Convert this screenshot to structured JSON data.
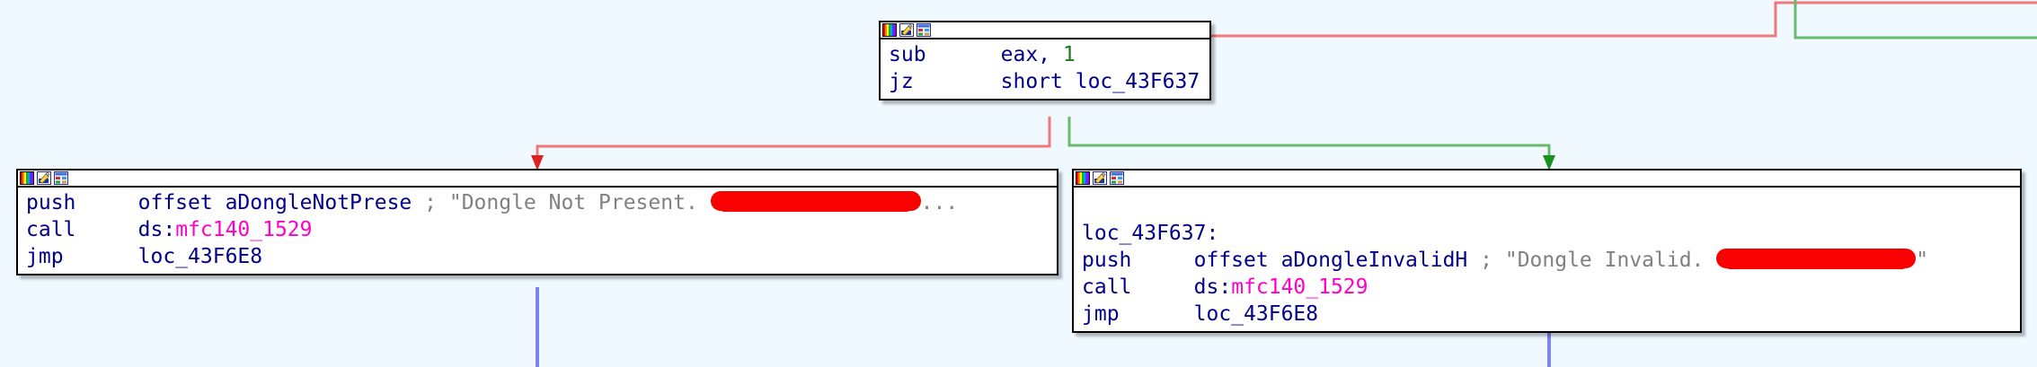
{
  "app": {
    "view_name": "IDA Graph View",
    "background_color": "#eff9ff",
    "node_border_color": "#000000",
    "edge_colors": {
      "false_branch": "#f07878",
      "true_branch": "#69b96e",
      "unconditional": "#7a85f0"
    },
    "text_colors": {
      "instruction": "#00008b",
      "immediate": "#1d7a1d",
      "imported_api": "#ff00c8",
      "comment": "#808080",
      "redaction": "#fa0000"
    }
  },
  "titlebar_icons": [
    {
      "name": "color-palette-icon",
      "title": "Set node color"
    },
    {
      "name": "edit-pencil-icon",
      "title": "Edit node"
    },
    {
      "name": "group-nodes-icon",
      "title": "Group nodes"
    }
  ],
  "nodes": [
    {
      "id": "node-top",
      "name": "compare-block",
      "lines": [
        {
          "mnemonic": "sub",
          "operands_prefix": "eax, ",
          "immediate": "1",
          "comment": ""
        },
        {
          "mnemonic": "jz",
          "operands_prefix": "short ",
          "target": "loc_43F637",
          "comment": ""
        }
      ]
    },
    {
      "id": "node-left",
      "name": "dongle-not-present-block",
      "label": "",
      "lines": [
        {
          "mnemonic": "push",
          "operand": "offset aDongleNotPrese",
          "comment_sep": "; ",
          "comment_text": "\"Dongle Not Present. ",
          "redacted": true,
          "comment_tail": "..."
        },
        {
          "mnemonic": "call",
          "operand_prefix": "ds:",
          "api": "mfc140_1529"
        },
        {
          "mnemonic": "jmp",
          "operand": "loc_43F6E8"
        }
      ]
    },
    {
      "id": "node-right",
      "name": "dongle-invalid-block",
      "label": "loc_43F637:",
      "lines": [
        {
          "mnemonic": "push",
          "operand": "offset aDongleInvalidH",
          "comment_sep": "; ",
          "comment_text": "\"Dongle Invalid. ",
          "redacted": true,
          "comment_tail": "\""
        },
        {
          "mnemonic": "call",
          "operand_prefix": "ds:",
          "api": "mfc140_1529"
        },
        {
          "mnemonic": "jmp",
          "operand": "loc_43F6E8"
        }
      ]
    }
  ],
  "edges": [
    {
      "name": "incoming-false-edge",
      "from": "offscreen-right",
      "to": "compare-block",
      "color": "#f07878",
      "kind": "false"
    },
    {
      "name": "incoming-true-edge",
      "from": "offscreen-right",
      "to": "offscreen-right-lower",
      "color": "#69b96e",
      "kind": "true"
    },
    {
      "name": "compare-false-edge",
      "from": "compare-block",
      "to": "dongle-not-present-block",
      "color": "#f07878",
      "kind": "false"
    },
    {
      "name": "compare-true-edge",
      "from": "compare-block",
      "to": "dongle-invalid-block",
      "color": "#69b96e",
      "kind": "true"
    },
    {
      "name": "not-present-exit-edge",
      "from": "dongle-not-present-block",
      "to": "offscreen-below",
      "color": "#7a85f0",
      "kind": "unconditional"
    },
    {
      "name": "invalid-exit-edge",
      "from": "dongle-invalid-block",
      "to": "offscreen-below",
      "color": "#7a85f0",
      "kind": "unconditional"
    }
  ]
}
